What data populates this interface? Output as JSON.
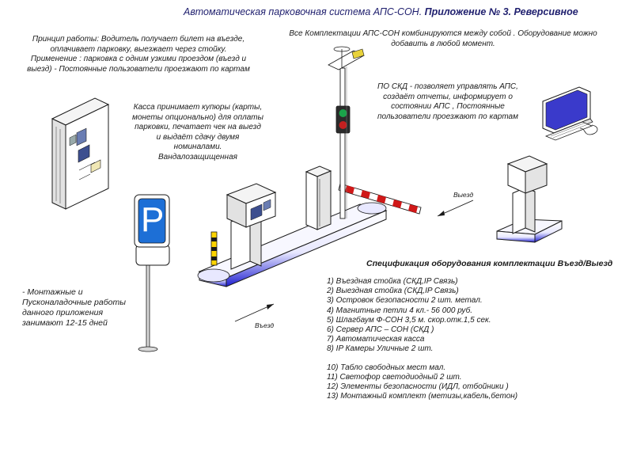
{
  "title": {
    "main": "Автоматическая парковочная система АПС-СОН.",
    "appendix": "Приложение № 3.  Реверсивное"
  },
  "principle": {
    "line1": "Принцип работы: Водитель получает билет на въезде,",
    "line2": "оплачивает парковку, выезжает через стойку.",
    "line3": "Применение : парковка с одним узкими проездом (въезд и",
    "line4": "выезд)  - Постоянные пользователи проезжают по картам"
  },
  "compat": {
    "line1": "Все Комплектации АПС-СОН комбинируются между собой . Оборудование можно",
    "line2": "добавить в любой момент."
  },
  "software": {
    "line1": "ПО  СКД - позволяет управлять АПС,",
    "line2": "создаёт отчеты, информирует о",
    "line3": "состоянии АПС , Постоянные",
    "line4": "пользователи проезжают по картам"
  },
  "cashbox": {
    "line1": "Касса принимает купюры (карты,",
    "line2": "монеты опционально) для оплаты",
    "line3": "парковки, печатает чек на выезд",
    "line4": "и выдаёт сдачу двумя",
    "line5": "номиналами.",
    "line6": "Вандалозащищенная"
  },
  "install": {
    "line1": "- Монтажные и",
    "line2": "Пусконаладочные работы",
    "line3": "данного приложения",
    "line4": "занимают 12-15 дней"
  },
  "labels": {
    "exit": "Выезд",
    "entry": "Въезд",
    "parking_sign": "P"
  },
  "spec": {
    "title": "Спецификация оборудования комплектации Въезд/Выезд",
    "items": [
      "1) Въездная стойка (СКД,IP Связь)",
      "2) Выездная стойка (СКД,IP Связь)",
      "3) Островок безопасности 2 шт. метал.",
      "4) Магнитные петли  4 кл.- 56 000 руб.",
      "5) Шлагбаум Ф-СОН 3,5 м. скор.отк.1,5 сек.",
      "6) Сервер АПС – СОН (СКД )",
      "7) Автоматическая касса",
      "8)  IP Камеры Уличные  2 шт.",
      "10) Табло свободных мест мал.",
      "11) Светофор светодиодный 2 шт.",
      "12) Элементы безопасности (ИДЛ, отбойники )",
      "13) Монтажный комплект (метизы,кабель,бетон)"
    ]
  },
  "colors": {
    "ink": "#1a1a1a",
    "sign_blue": "#1d6fd6",
    "island_blue": "#1f1fd0",
    "barrier_red": "#d01818",
    "light_green": "#1aa34a",
    "light_red": "#c42020",
    "title_navy": "#1f1f6e"
  }
}
